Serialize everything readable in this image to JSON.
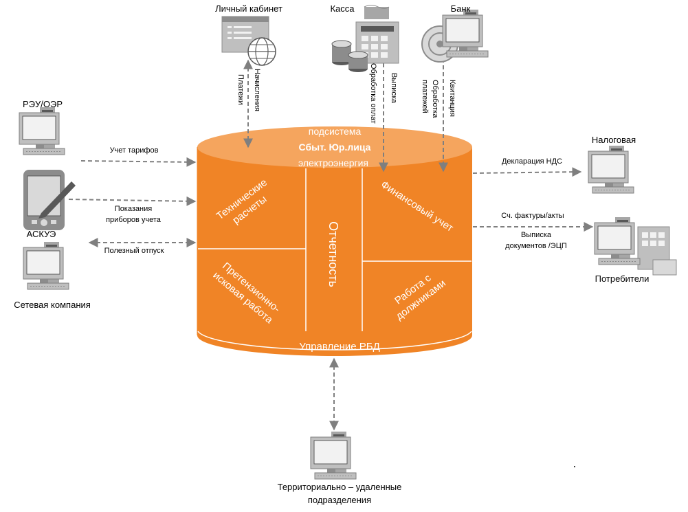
{
  "cylinder": {
    "top_line1": "подсистема",
    "top_line2": "Сбыт. Юр.лица",
    "top_line3": "электроэнергия",
    "tech_line1": "Технические",
    "tech_line2": "расчеты",
    "fin": "Финансовый учет",
    "report": "Отчетность",
    "claim_line1": "Претензионно-",
    "claim_line2": "исковая работа",
    "debt_line1": "Работа с",
    "debt_line2": "должниками",
    "bottom": "Управление РБД"
  },
  "nodes": {
    "cabinet": "Личный кабинет",
    "kassa": "Касса",
    "bank": "Банк",
    "reu": "РЭУ/ОЭР",
    "askue": "АСКУЭ",
    "network": "Сетевая компания",
    "tax": "Налоговая",
    "consumers": "Потребители",
    "remote_line1": "Территориально – удаленные",
    "remote_line2": "подразделения"
  },
  "edges": {
    "tariffs": "Учет тарифов",
    "readings_line1": "Показания",
    "readings_line2": "приборов учета",
    "supply": "Полезный отпуск",
    "vat": "Декларация НДС",
    "invoices": "Сч. фактуры/акты",
    "docs_line1": "Выписка",
    "docs_line2": "документов /ЭЦП",
    "payments": "Платежи",
    "charges": "Начисления",
    "processing": "Обработка оплат",
    "statement": "Выписка",
    "bank_proc_line1": "Обработка",
    "bank_proc_line2": "платежей",
    "receipts": "Квитанция"
  },
  "colors": {
    "orange": "#f08426",
    "orange_light": "#f5a55e",
    "arrow": "#7f7f7f"
  }
}
